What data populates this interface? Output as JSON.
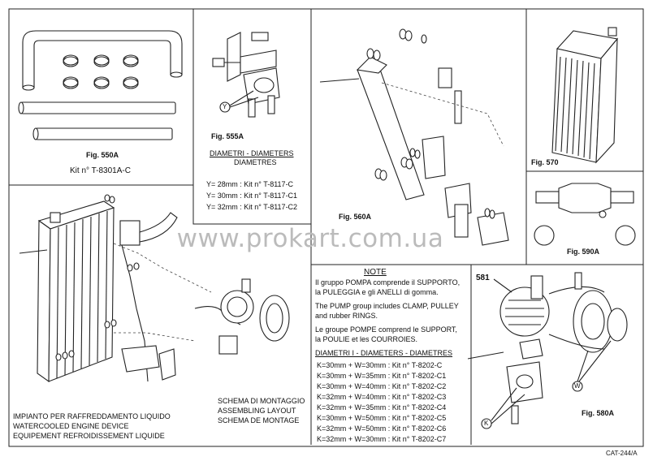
{
  "fig550": {
    "label": "Fig. 550A",
    "kit": "Kit n° T-8301A-C"
  },
  "fig555": {
    "label": "Fig. 555A",
    "heading1": "DIAMETRI - DIAMETERS",
    "heading2": "DIAMETRES",
    "rows": [
      "Y= 28mm : Kit n° T-8117-C",
      "Y= 30mm : Kit n° T-8117-C1",
      "Y= 32mm : Kit n° T-8117-C2"
    ],
    "callout": "Y"
  },
  "fig560": {
    "label": "Fig. 560A"
  },
  "fig570": {
    "label": "Fig. 570"
  },
  "fig590": {
    "label": "Fig. 590A"
  },
  "fig580": {
    "label": "Fig. 580A",
    "part": "581",
    "callout_w": "W",
    "callout_k": "K"
  },
  "note": {
    "title": "NOTE",
    "it": [
      "Il gruppo POMPA comprende il SUPPORTO,",
      "la PULEGGIA e gli ANELLI di gomma."
    ],
    "en": [
      "The PUMP group includes CLAMP, PULLEY",
      "and rubber RINGS."
    ],
    "fr": [
      "Le groupe POMPE comprend le SUPPORT,",
      "la POULIE et les COURROIES."
    ],
    "diam_title": "DIAMETRI I - DIAMETERS - DIAMETRES",
    "kits": [
      "K=30mm + W=30mm : Kit n° T-8202-C",
      "K=30mm + W=35mm : Kit n° T-8202-C1",
      "K=30mm + W=40mm : Kit n° T-8202-C2",
      "K=32mm + W=40mm : Kit n° T-8202-C3",
      "K=32mm + W=35mm : Kit n° T-8202-C4",
      "K=30mm + W=50mm : Kit n° T-8202-C5",
      "K=32mm + W=50mm : Kit n° T-8202-C6",
      "K=32mm + W=30mm : Kit n° T-8202-C7"
    ]
  },
  "device": [
    "IMPIANTO PER RAFFREDDAMENTO LIQUIDO",
    "WATERCOOLED ENGINE DEVICE",
    "EQUIPEMENT REFROIDISSEMENT LIQUIDE"
  ],
  "schema": [
    "SCHEMA DI MONTAGGIO",
    "ASSEMBLING LAYOUT",
    "SCHEMA DE MONTAGE"
  ],
  "watermark": "www.prokart.com.ua",
  "catalog_code": "CAT-244/A"
}
